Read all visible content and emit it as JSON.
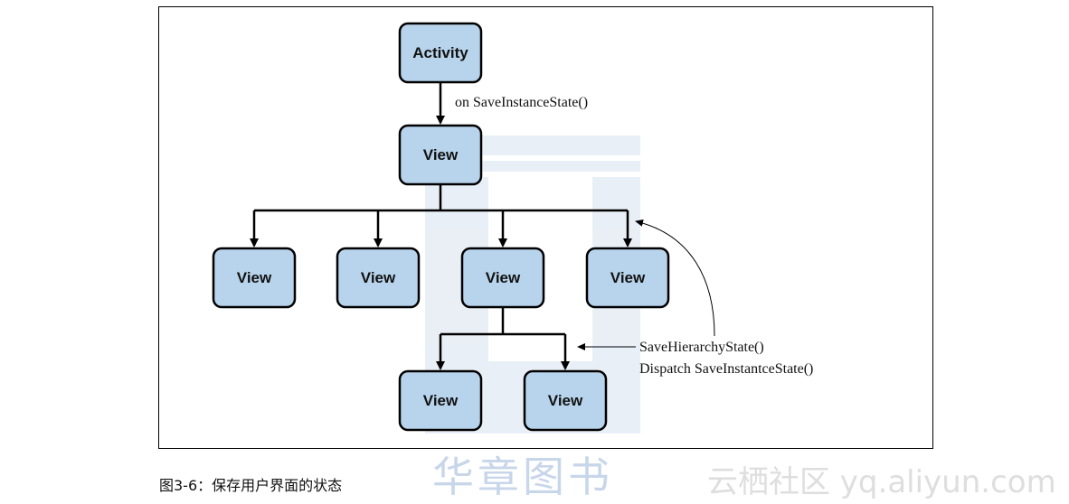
{
  "diagram": {
    "nodes": {
      "activity": "Activity",
      "view_root": "View",
      "view_child_1": "View",
      "view_child_2": "View",
      "view_child_3": "View",
      "view_child_4": "View",
      "view_grandchild_1": "View",
      "view_grandchild_2": "View"
    },
    "labels": {
      "on_save": "on SaveInstanceState()",
      "save_hierarchy": "SaveHierarchyState()",
      "dispatch_save": "Dispatch SaveInstantceState()"
    },
    "colors": {
      "node_fill": "#b8d4ec",
      "node_stroke": "#000000",
      "watermark": "#c8d6ea"
    }
  },
  "caption": "图3-6：保存用户界面的状态",
  "watermarks": {
    "center": "华章图书",
    "right": "云栖社区 yq.aliyun.com"
  }
}
